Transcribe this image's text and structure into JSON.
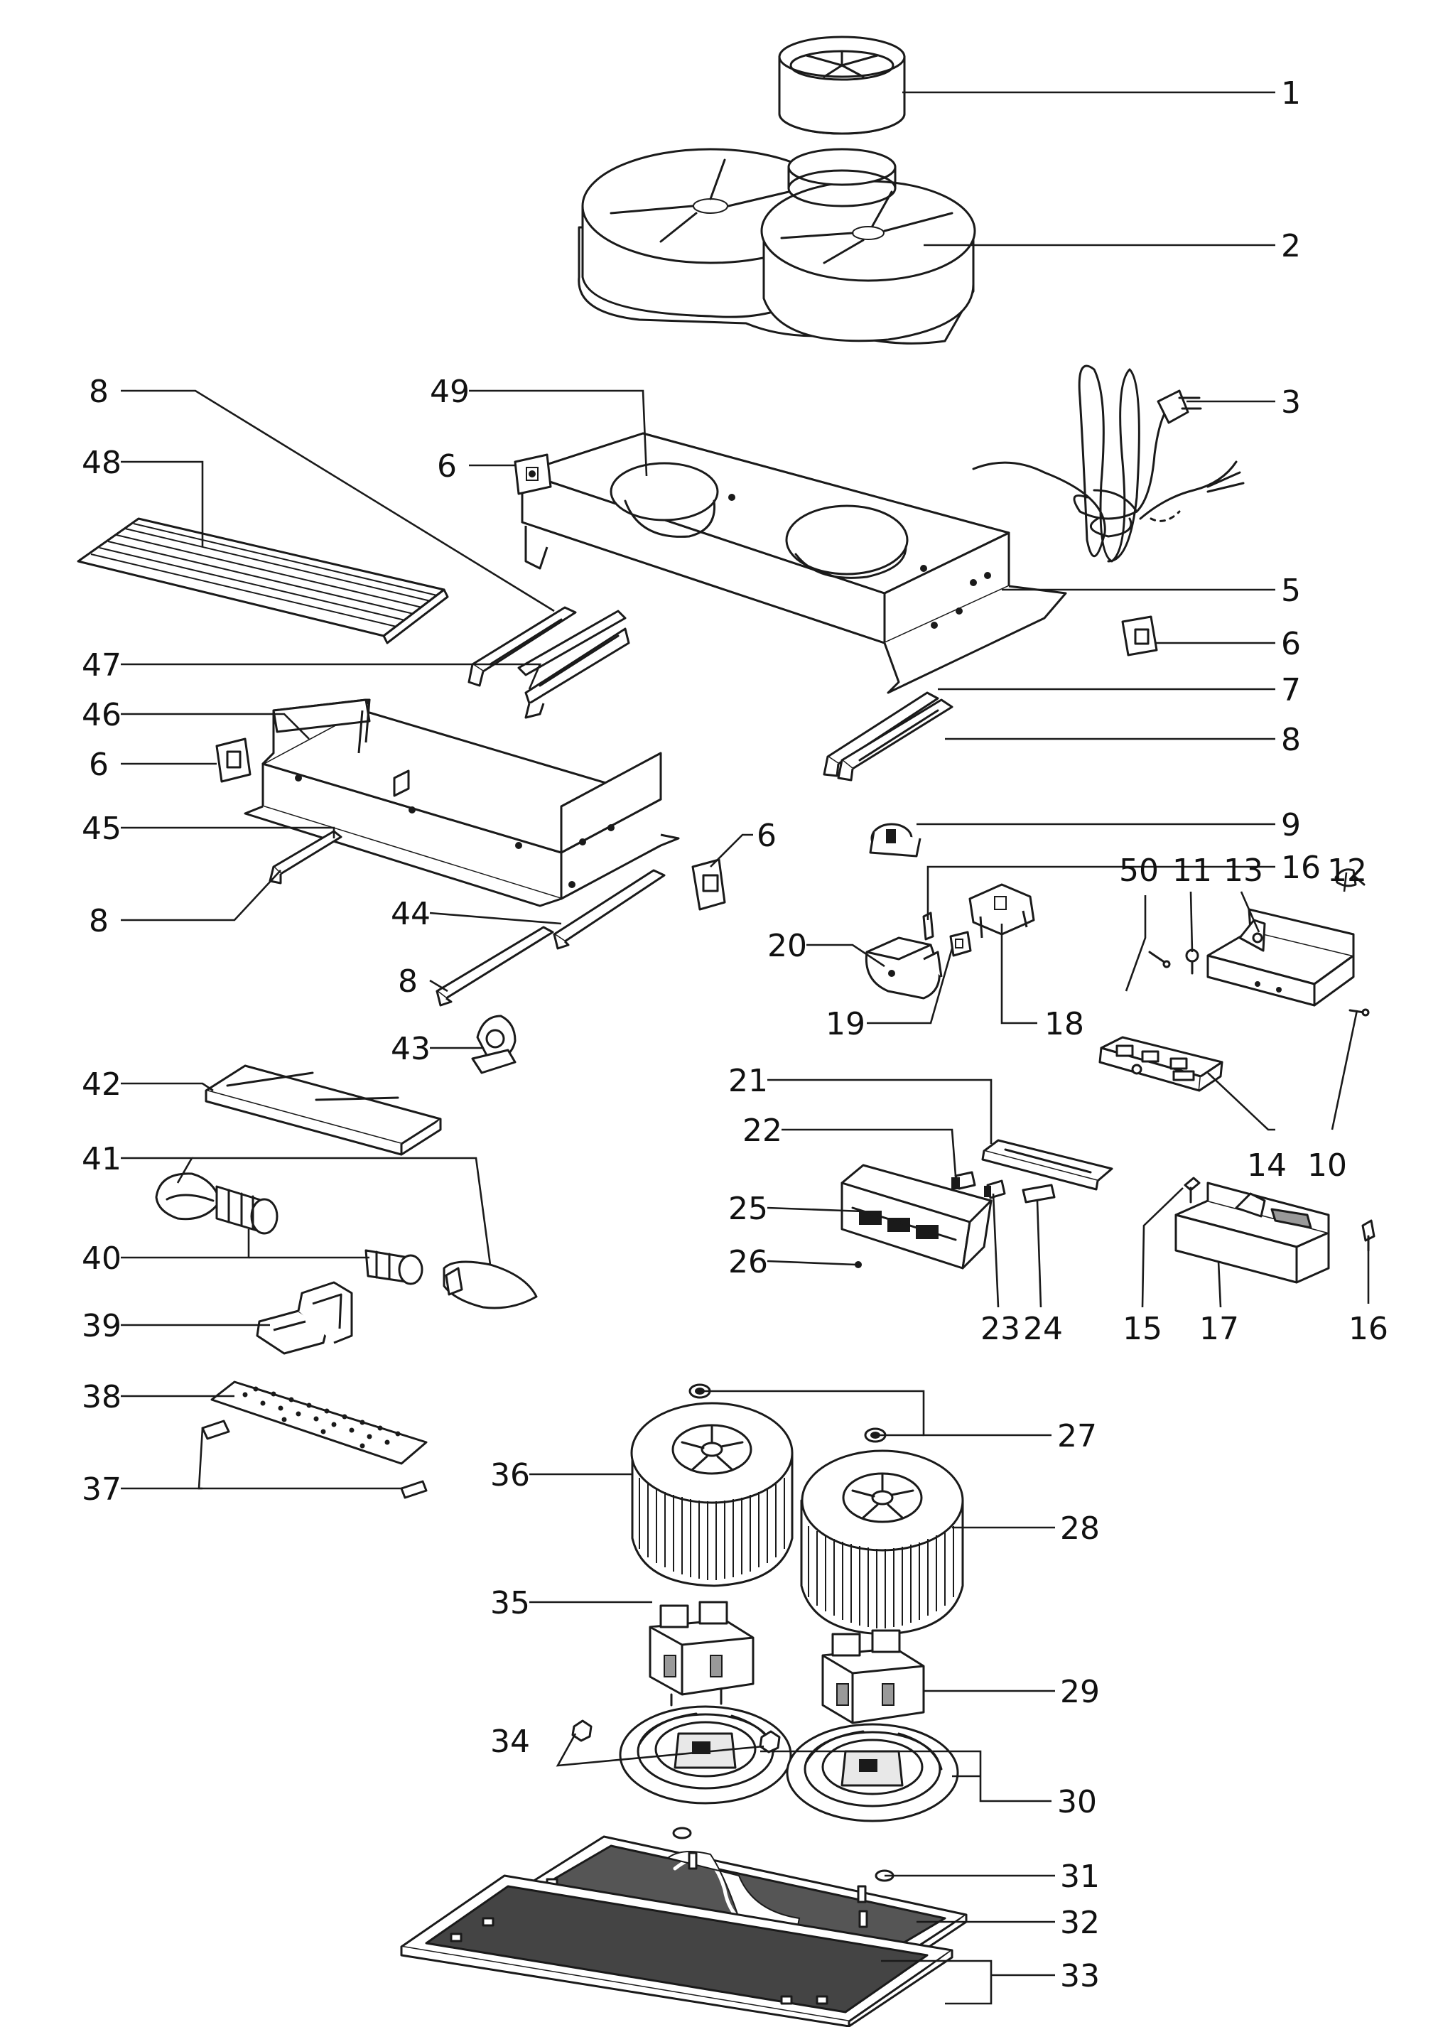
{
  "diagram": {
    "callouts": [
      {
        "id": "c1",
        "text": "1"
      },
      {
        "id": "c2",
        "text": "2"
      },
      {
        "id": "c3",
        "text": "3"
      },
      {
        "id": "c5",
        "text": "5"
      },
      {
        "id": "c6a",
        "text": "6"
      },
      {
        "id": "c6b",
        "text": "6"
      },
      {
        "id": "c6c",
        "text": "6"
      },
      {
        "id": "c6d",
        "text": "6"
      },
      {
        "id": "c7",
        "text": "7"
      },
      {
        "id": "c8a",
        "text": "8"
      },
      {
        "id": "c8b",
        "text": "8"
      },
      {
        "id": "c8c",
        "text": "8"
      },
      {
        "id": "c8d",
        "text": "8"
      },
      {
        "id": "c9",
        "text": "9"
      },
      {
        "id": "c10",
        "text": "10"
      },
      {
        "id": "c11",
        "text": "11"
      },
      {
        "id": "c12",
        "text": "12"
      },
      {
        "id": "c13",
        "text": "13"
      },
      {
        "id": "c14",
        "text": "14"
      },
      {
        "id": "c15",
        "text": "15"
      },
      {
        "id": "c16a",
        "text": "16"
      },
      {
        "id": "c16b",
        "text": "16"
      },
      {
        "id": "c17",
        "text": "17"
      },
      {
        "id": "c18",
        "text": "18"
      },
      {
        "id": "c19",
        "text": "19"
      },
      {
        "id": "c20",
        "text": "20"
      },
      {
        "id": "c21",
        "text": "21"
      },
      {
        "id": "c22",
        "text": "22"
      },
      {
        "id": "c23",
        "text": "23"
      },
      {
        "id": "c24",
        "text": "24"
      },
      {
        "id": "c25",
        "text": "25"
      },
      {
        "id": "c26",
        "text": "26"
      },
      {
        "id": "c27",
        "text": "27"
      },
      {
        "id": "c28",
        "text": "28"
      },
      {
        "id": "c29",
        "text": "29"
      },
      {
        "id": "c30",
        "text": "30"
      },
      {
        "id": "c31",
        "text": "31"
      },
      {
        "id": "c32",
        "text": "32"
      },
      {
        "id": "c33",
        "text": "33"
      },
      {
        "id": "c34",
        "text": "34"
      },
      {
        "id": "c35",
        "text": "35"
      },
      {
        "id": "c36",
        "text": "36"
      },
      {
        "id": "c37",
        "text": "37"
      },
      {
        "id": "c38",
        "text": "38"
      },
      {
        "id": "c39",
        "text": "39"
      },
      {
        "id": "c40",
        "text": "40"
      },
      {
        "id": "c41",
        "text": "41"
      },
      {
        "id": "c42",
        "text": "42"
      },
      {
        "id": "c43",
        "text": "43"
      },
      {
        "id": "c44",
        "text": "44"
      },
      {
        "id": "c45",
        "text": "45"
      },
      {
        "id": "c46",
        "text": "46"
      },
      {
        "id": "c47",
        "text": "47"
      },
      {
        "id": "c48",
        "text": "48"
      },
      {
        "id": "c49",
        "text": "49"
      },
      {
        "id": "c50",
        "text": "50"
      }
    ]
  }
}
